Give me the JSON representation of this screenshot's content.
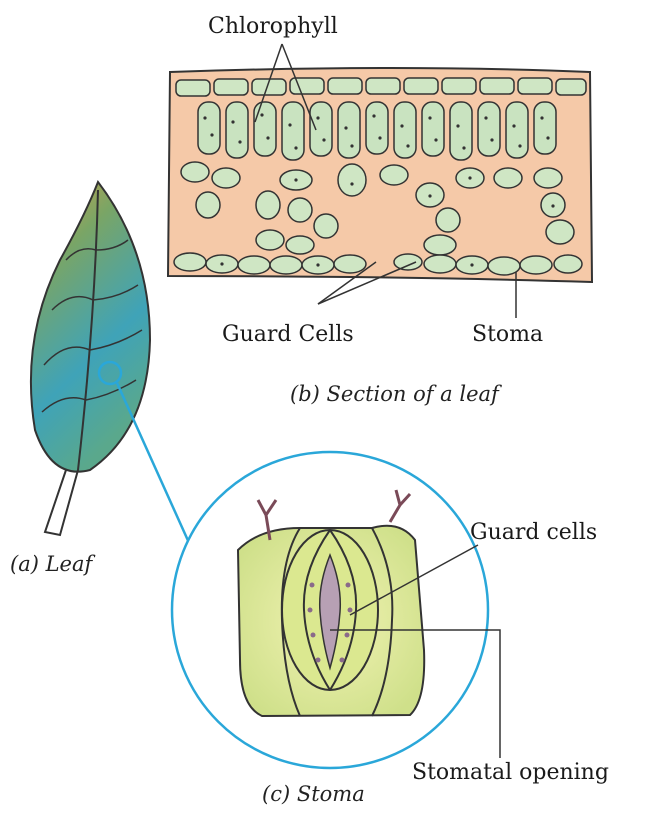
{
  "labels": {
    "chlorophyll": "Chlorophyll",
    "guard_cells_section": "Guard Cells",
    "stoma_section": "Stoma",
    "guard_cells_detail": "Guard cells",
    "stomatal_opening": "Stomatal opening"
  },
  "captions": {
    "section": "(b) Section of a leaf",
    "leaf": "(a) Leaf",
    "stoma": "(c) Stoma"
  },
  "colors": {
    "callout_circle": "#2aa7d9",
    "leaf_section_tissue": "#f5c9a8",
    "cell_fill": "#cfe6c4",
    "leaf_fill": "#4f9a8a",
    "stoma_cells": "#dfe9a0"
  }
}
